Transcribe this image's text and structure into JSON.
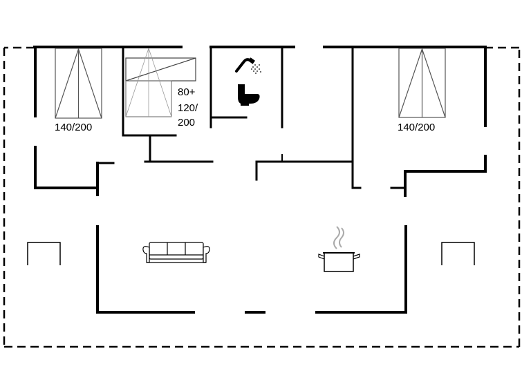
{
  "plan": {
    "labels": {
      "bed_left": "140/200",
      "bed_right": "140/200",
      "bed_middle_line1": "80+",
      "bed_middle_line2": "120/",
      "bed_middle_line3": "200"
    },
    "icons": [
      "double-bed-icon",
      "bunk-bed-icon",
      "shower-icon",
      "toilet-icon",
      "sofa-icon",
      "cooking-pot-icon",
      "table-icon"
    ],
    "colors": {
      "wall": "#000000",
      "background": "#ffffff",
      "furniture_line": "#555555"
    }
  }
}
